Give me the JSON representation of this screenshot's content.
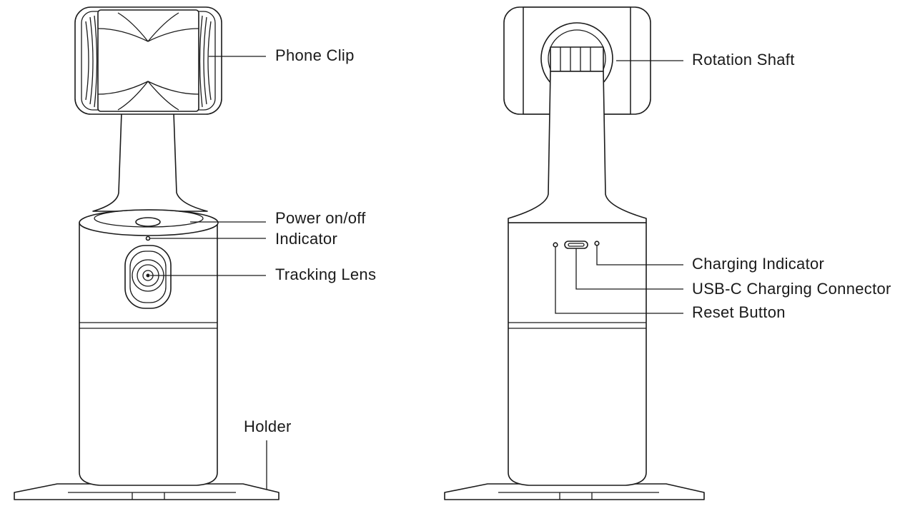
{
  "front_view": {
    "labels": {
      "phone_clip": "Phone Clip",
      "power": "Power on/off",
      "indicator": "Indicator",
      "tracking_lens": "Tracking Lens",
      "holder": "Holder"
    }
  },
  "back_view": {
    "labels": {
      "rotation_shaft": "Rotation Shaft",
      "charging_indicator": "Charging Indicator",
      "usb_c": "USB-C Charging Connector",
      "reset_button": "Reset Button"
    }
  }
}
